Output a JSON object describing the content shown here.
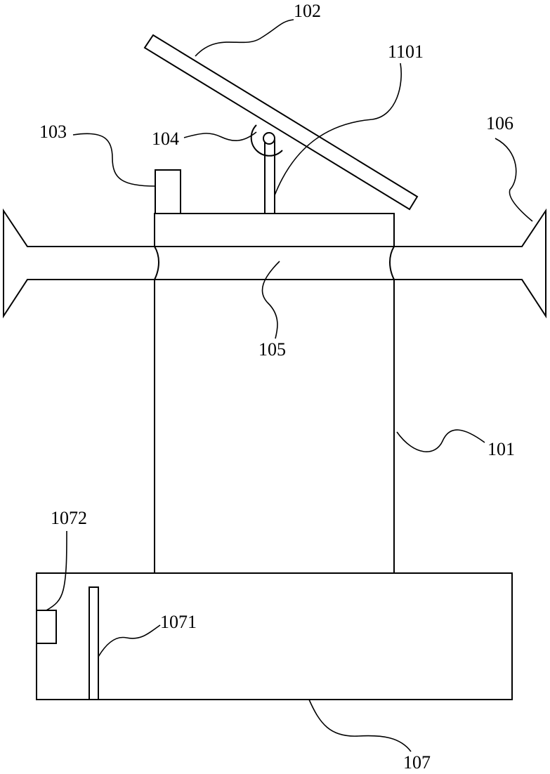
{
  "diagram": {
    "labels": {
      "panel": "102",
      "rod": "1101",
      "sensor_box": "103",
      "hinge": "104",
      "right_flare": "106",
      "crossbar": "105",
      "column": "101",
      "base_component": "1072",
      "base_plate": "1071",
      "base": "107"
    },
    "colors": {
      "stroke": "#000000",
      "background": "#ffffff"
    }
  }
}
